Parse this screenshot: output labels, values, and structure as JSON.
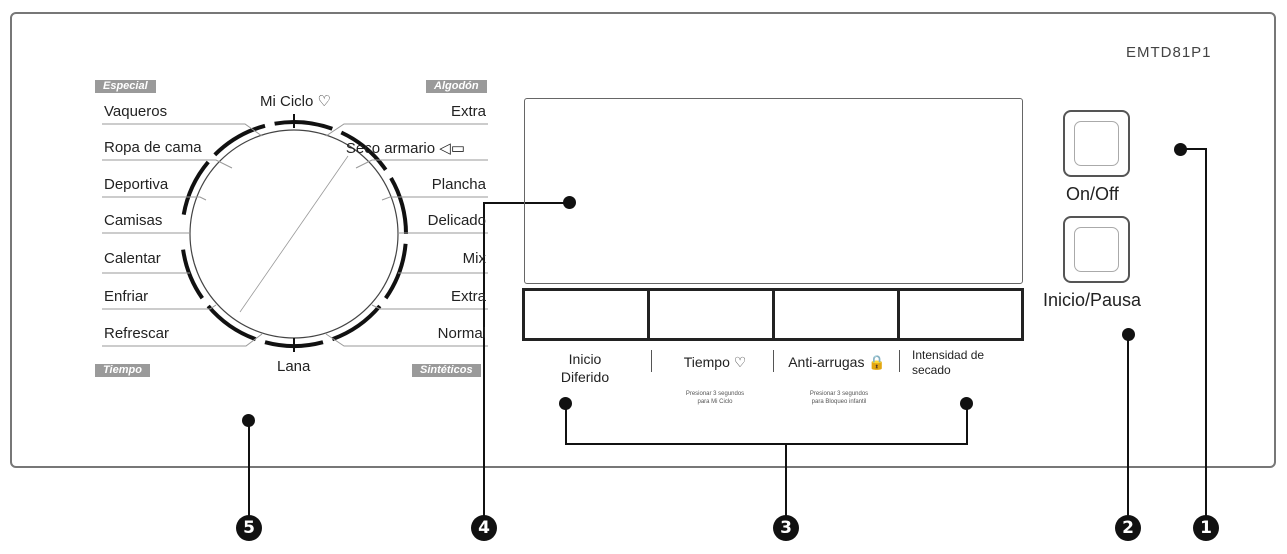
{
  "model": "EMTD81P1",
  "dial": {
    "top_label": "Mi Ciclo",
    "bottom_label": "Lana",
    "categories": {
      "especial": "Especial",
      "algodon": "Algodón",
      "tiempo": "Tiempo",
      "sinteticos": "Sintéticos"
    },
    "left_programs": [
      "Vaqueros",
      "Ropa de cama",
      "Deportiva",
      "Camisas",
      "Calentar",
      "Enfriar",
      "Refrescar"
    ],
    "right_programs": [
      "Extra",
      "Seco armario",
      "Plancha",
      "Delicado",
      "Mix",
      "Extra",
      "Normal"
    ]
  },
  "buttons": {
    "inicio_diferido": {
      "line1": "Inicio",
      "line2": "Diferido"
    },
    "tiempo": {
      "label": "Tiempo",
      "hint1": "Presionar 3 segundos",
      "hint2": "para Mi Ciclo"
    },
    "anti_arrugas": {
      "label": "Anti-arrugas",
      "hint1": "Presionar 3 segundos",
      "hint2": "para Bloqueo infantil"
    },
    "intensidad": {
      "line1": "Intensidad de",
      "line2": "secado"
    }
  },
  "power": {
    "on_off": "On/Off",
    "inicio_pausa": "Inicio/Pausa"
  },
  "callouts": {
    "c1": "1",
    "c2": "2",
    "c3": "3",
    "c4": "4",
    "c5": "5"
  }
}
